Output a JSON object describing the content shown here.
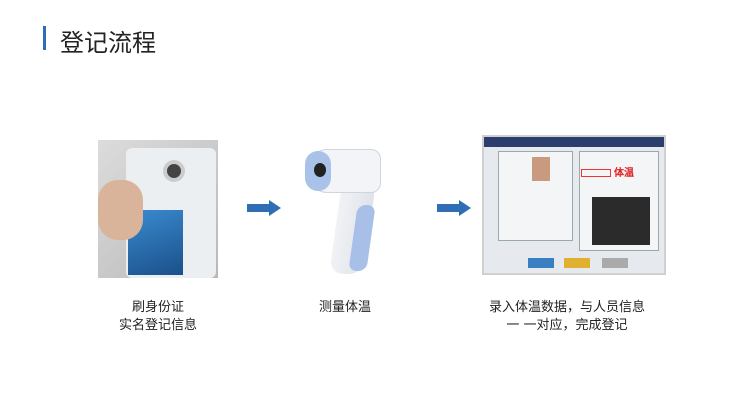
{
  "title": "登记流程",
  "steps": [
    {
      "caption_line1": "刷身份证",
      "caption_line2": "实名登记信息"
    },
    {
      "caption_line1": "测量体温"
    },
    {
      "caption_line1": "录入体温数据，与人员信息",
      "caption_line2": "一 一对应，完成登记",
      "image_label": "体温"
    }
  ],
  "colors": {
    "accent": "#2f6db5",
    "arrow": "#2f6db5",
    "highlight": "#e02020"
  }
}
